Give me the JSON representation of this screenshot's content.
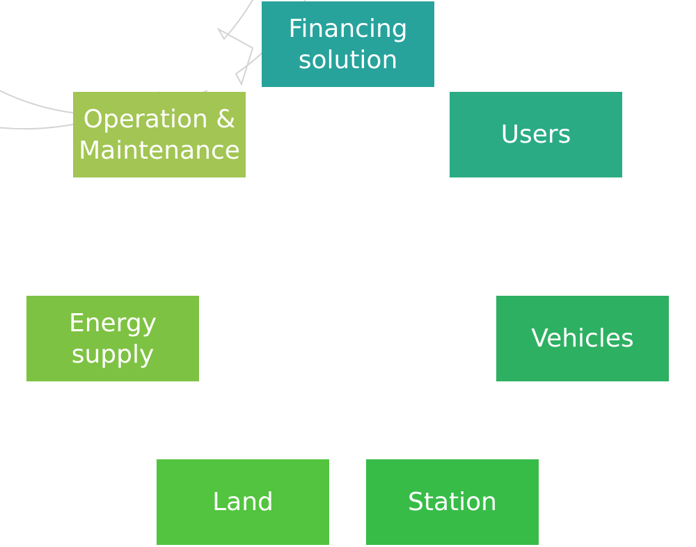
{
  "diagram": {
    "type": "cycle",
    "steps": [
      {
        "id": "financing",
        "label": "Financing\nsolution",
        "color": "#27a39c"
      },
      {
        "id": "users",
        "label": "Users",
        "color": "#2aab84"
      },
      {
        "id": "vehicles",
        "label": "Vehicles",
        "color": "#2eb062"
      },
      {
        "id": "station",
        "label": "Station",
        "color": "#38bc48"
      },
      {
        "id": "land",
        "label": "Land",
        "color": "#52c43f"
      },
      {
        "id": "energy",
        "label": "Energy\nsupply",
        "color": "#7ec243"
      },
      {
        "id": "om",
        "label": "Operation &\nMaintenance",
        "color": "#a2c553"
      }
    ],
    "ring_color": "#d4d4d4",
    "direction": "clockwise"
  }
}
